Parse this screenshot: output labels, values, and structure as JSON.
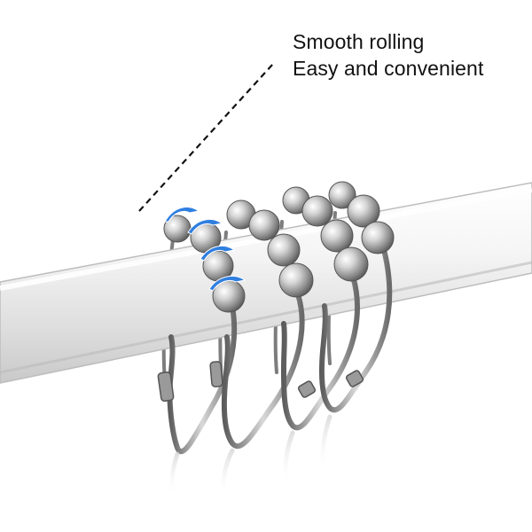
{
  "image": {
    "subject": "shower curtain hooks with rolling balls on a white curtain rod",
    "accent_color": "#2f7fe0",
    "background_color": "#ffffff",
    "hook_color": "#8a8a8a",
    "rod_color": "#e7e7e7"
  },
  "caption": {
    "line1": "Smooth rolling",
    "line2": "Easy and convenient"
  }
}
